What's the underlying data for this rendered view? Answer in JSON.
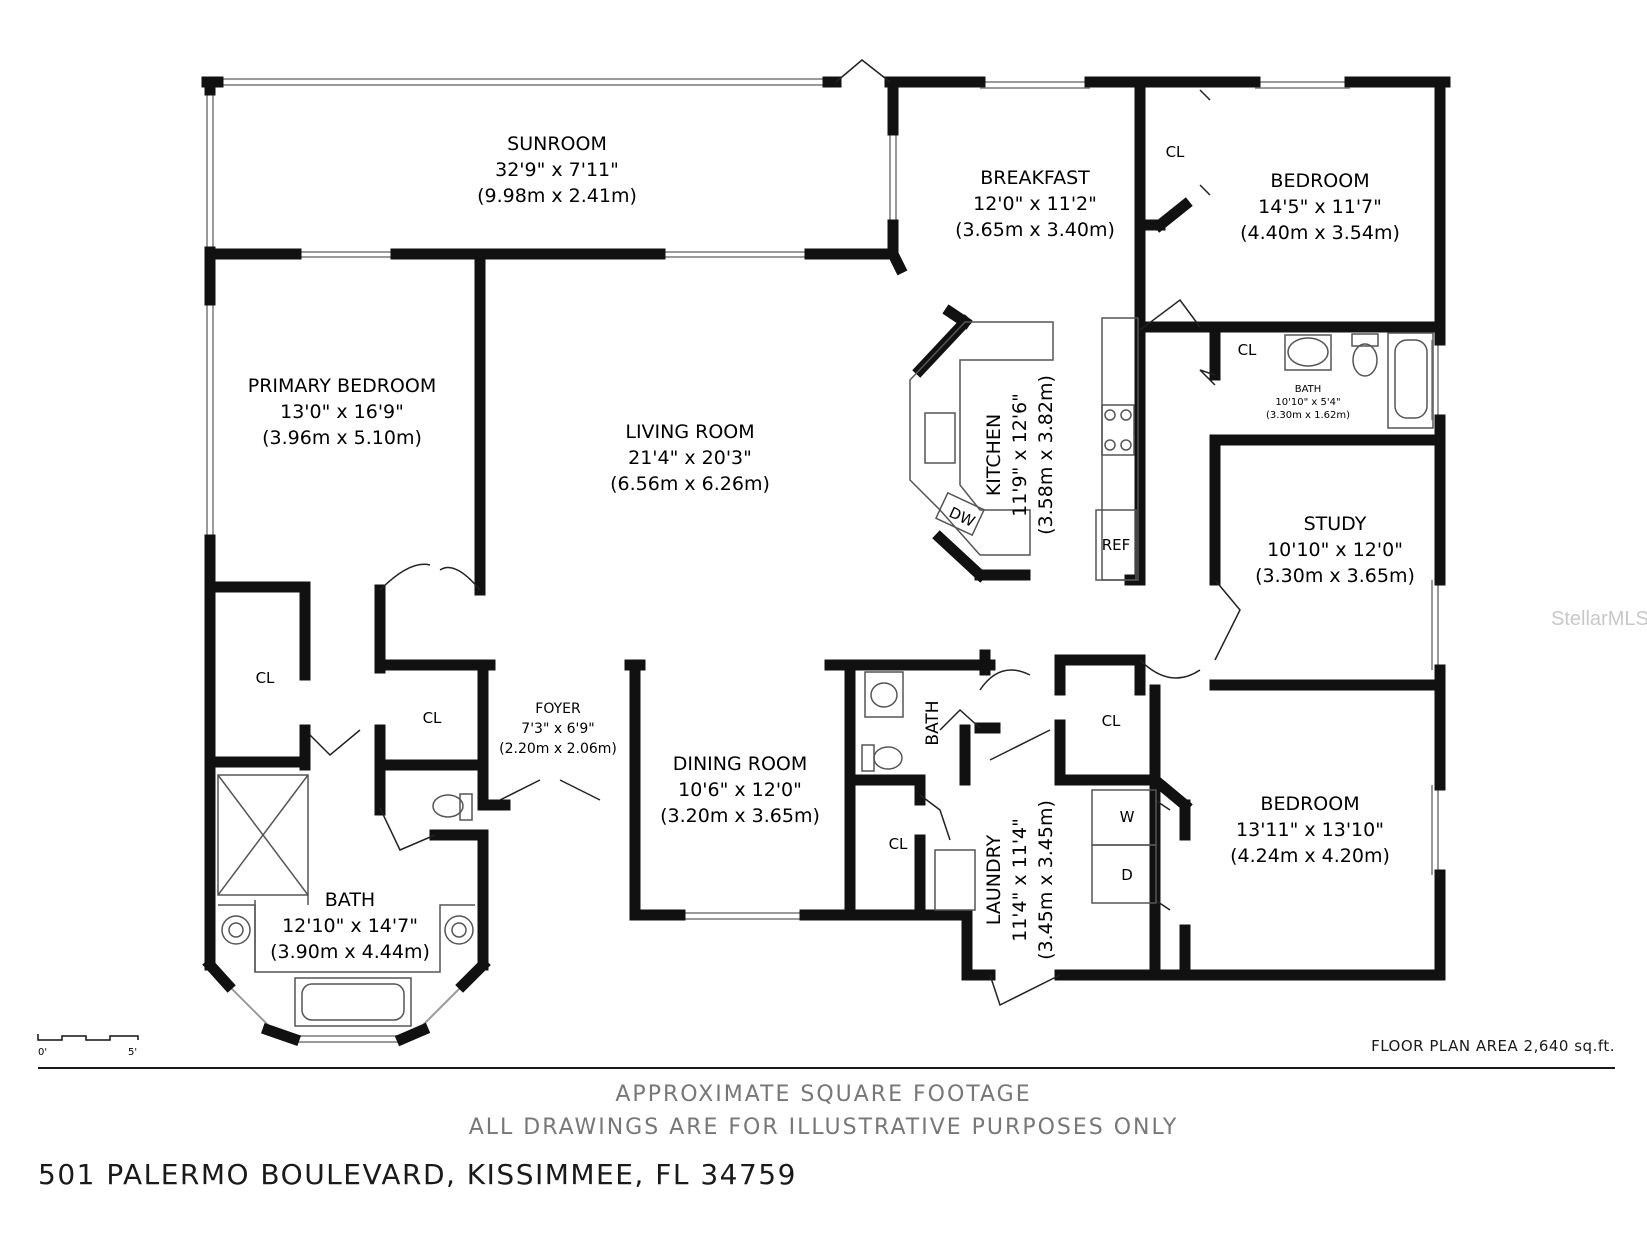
{
  "rooms": {
    "sunroom": {
      "name": "SUNROOM",
      "imperial": "32'9\" x 7'11\"",
      "metric": "(9.98m x 2.41m)"
    },
    "breakfast": {
      "name": "BREAKFAST",
      "imperial": "12'0\" x 11'2\"",
      "metric": "(3.65m x 3.40m)"
    },
    "bedroom_ne": {
      "name": "BEDROOM",
      "imperial": "14'5\" x 11'7\"",
      "metric": "(4.40m x 3.54m)"
    },
    "primary_bedroom": {
      "name": "PRIMARY BEDROOM",
      "imperial": "13'0\" x 16'9\"",
      "metric": "(3.96m x 5.10m)"
    },
    "living_room": {
      "name": "LIVING ROOM",
      "imperial": "21'4\" x 20'3\"",
      "metric": "(6.56m x 6.26m)"
    },
    "kitchen": {
      "name": "KITCHEN",
      "imperial": "11'9\" x 12'6\"",
      "metric": "(3.58m x 3.82m)"
    },
    "bath_small": {
      "name": "BATH",
      "imperial": "10'10\" x 5'4\"",
      "metric": "(3.30m x 1.62m)"
    },
    "study": {
      "name": "STUDY",
      "imperial": "10'10\" x 12'0\"",
      "metric": "(3.30m x 3.65m)"
    },
    "foyer": {
      "name": "FOYER",
      "imperial": "7'3\" x 6'9\"",
      "metric": "(2.20m x 2.06m)"
    },
    "dining_room": {
      "name": "DINING ROOM",
      "imperial": "10'6\" x 12'0\"",
      "metric": "(3.20m x 3.65m)"
    },
    "primary_bath": {
      "name": "BATH",
      "imperial": "12'10\" x 14'7\"",
      "metric": "(3.90m x 4.44m)"
    },
    "laundry": {
      "name": "LAUNDRY",
      "imperial": "11'4\" x 11'4\"",
      "metric": "(3.45m x 3.45m)"
    },
    "bedroom_se": {
      "name": "BEDROOM",
      "imperial": "13'11\" x 13'10\"",
      "metric": "(4.24m x 4.20m)"
    },
    "half_bath": {
      "name": "BATH"
    }
  },
  "labels": {
    "closet": "CL",
    "refrigerator": "REF",
    "dishwasher": "DW",
    "washer": "W",
    "dryer": "D"
  },
  "scale": {
    "start": "0'",
    "end": "5'"
  },
  "floor_area": "FLOOR PLAN AREA 2,640 sq.ft.",
  "notes": {
    "line1": "APPROXIMATE SQUARE FOOTAGE",
    "line2": "ALL DRAWINGS ARE FOR ILLUSTRATIVE PURPOSES ONLY"
  },
  "address": "501 PALERMO BOULEVARD, KISSIMMEE, FL 34759",
  "watermark": "StellarMLS",
  "colors": {
    "wall": "#111111",
    "window": "#9a9a9a",
    "fixture": "#666666",
    "note": "#777777"
  }
}
